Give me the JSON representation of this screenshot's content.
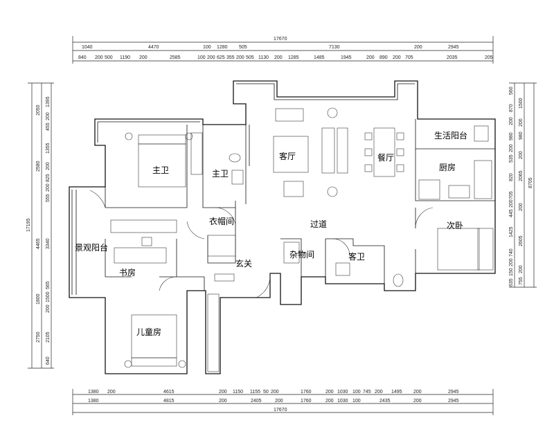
{
  "rooms": {
    "master_bedroom": "主卫",
    "master_bath": "主卫",
    "cloakroom": "衣帽间",
    "living": "客厅",
    "dining": "餐厅",
    "utility_balcony": "生活阳台",
    "kitchen": "厨房",
    "corridor": "过道",
    "second_bedroom": "次卧",
    "view_balcony": "景观阳台",
    "study": "书房",
    "entrance": "玄关",
    "storage": "杂物间",
    "guest_bath": "客卫",
    "kids_room": "儿童房"
  },
  "dims": {
    "top_total": "17670",
    "top_row2": [
      "1040",
      "4470",
      "100",
      "1280",
      "505",
      "7130",
      "200",
      "2945"
    ],
    "top_row3": [
      "840",
      "200",
      "500",
      "1190",
      "200",
      "2585",
      "100",
      "200",
      "625",
      "355",
      "200",
      "505",
      "1130",
      "200",
      "1285",
      "1485",
      "1945",
      "200",
      "890",
      "200",
      "705",
      "2035",
      "205"
    ],
    "bottom_row1": [
      "1380",
      "200",
      "4615",
      "200",
      "1150",
      "1155",
      "50",
      "200",
      "1760",
      "200",
      "1030",
      "100",
      "745",
      "200",
      "1495",
      "200",
      "2945"
    ],
    "bottom_row2": [
      "1380",
      "4815",
      "200",
      "2405",
      "200",
      "1760",
      "200",
      "1030",
      "100",
      "2435",
      "200",
      "2945"
    ],
    "bottom_total": "17670",
    "left_total": "17195",
    "left_mid": [
      "2050",
      "2580",
      "4465",
      "1800",
      "2750"
    ],
    "left_inner": [
      "1395",
      "455",
      "200",
      "1355",
      "200",
      "825",
      "200",
      "555",
      "3340",
      "565",
      "1500",
      "200",
      "2105",
      "640"
    ],
    "right_inner": [
      "560",
      "870",
      "200",
      "980",
      "535",
      "200",
      "820",
      "705",
      "445",
      "200",
      "1425",
      "740",
      "150",
      "200",
      "635"
    ],
    "right_mid": [
      "1500",
      "200",
      "980",
      "200",
      "2065",
      "200",
      "2605",
      "200",
      "755"
    ],
    "right_total": "8705"
  }
}
